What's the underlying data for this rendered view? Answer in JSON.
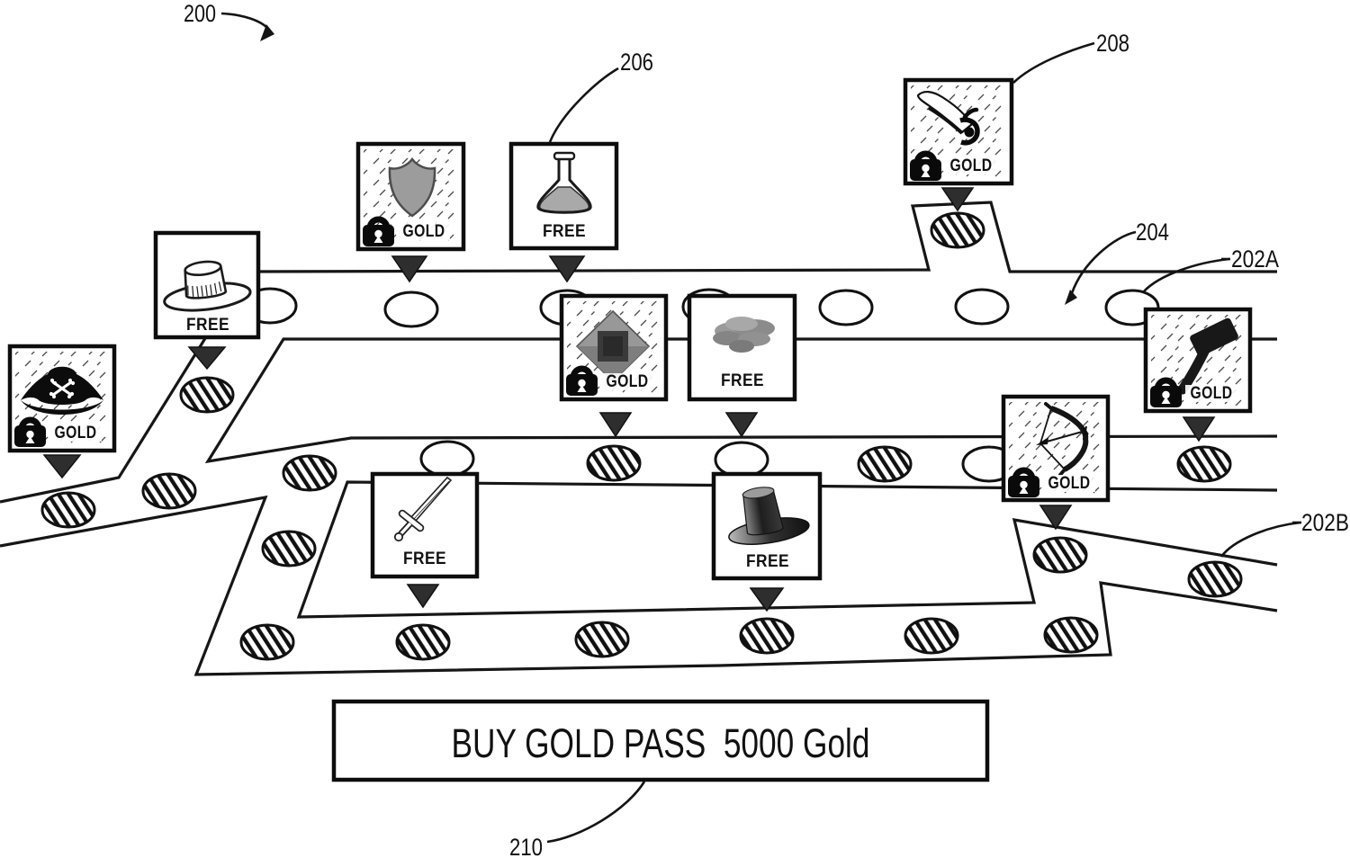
{
  "figure": {
    "type": "patent-style game pass reward track diagram",
    "colors": {
      "ink": "#111111",
      "paper": "#ffffff",
      "icon_gray": "#999999",
      "arrow_fill": "#2e2e2e"
    },
    "refs": {
      "overview": "200",
      "slot_free": "202A",
      "slot_premium": "202B",
      "track": "204",
      "free_item": "206",
      "gold_item": "208",
      "buy_button": "210"
    }
  },
  "boxes": [
    {
      "id": "hat",
      "tier": "FREE",
      "icon": "boater-hat-icon"
    },
    {
      "id": "shield",
      "tier": "GOLD",
      "icon": "shield-icon"
    },
    {
      "id": "flask",
      "tier": "FREE",
      "icon": "flask-icon"
    },
    {
      "id": "cutlass",
      "tier": "GOLD",
      "icon": "cutlass-icon"
    },
    {
      "id": "pirate",
      "tier": "GOLD",
      "icon": "pirate-hat-icon"
    },
    {
      "id": "gem",
      "tier": "GOLD",
      "icon": "gem-icon"
    },
    {
      "id": "coins",
      "tier": "FREE",
      "icon": "coins-icon"
    },
    {
      "id": "hammer",
      "tier": "GOLD",
      "icon": "hammer-icon"
    },
    {
      "id": "bow",
      "tier": "GOLD",
      "icon": "bow-arrow-icon"
    },
    {
      "id": "sword",
      "tier": "FREE",
      "icon": "sword-icon"
    },
    {
      "id": "tophat",
      "tier": "FREE",
      "icon": "top-hat-icon"
    }
  ],
  "track": {
    "free_slot_count": 10,
    "premium_slot_count": 17,
    "slot_styles": {
      "free": "white oval",
      "premium": "hatched oval"
    }
  },
  "buy_button": {
    "label": "BUY GOLD PASS  5000 Gold",
    "cost": "5000 Gold",
    "action": "BUY GOLD PASS"
  }
}
